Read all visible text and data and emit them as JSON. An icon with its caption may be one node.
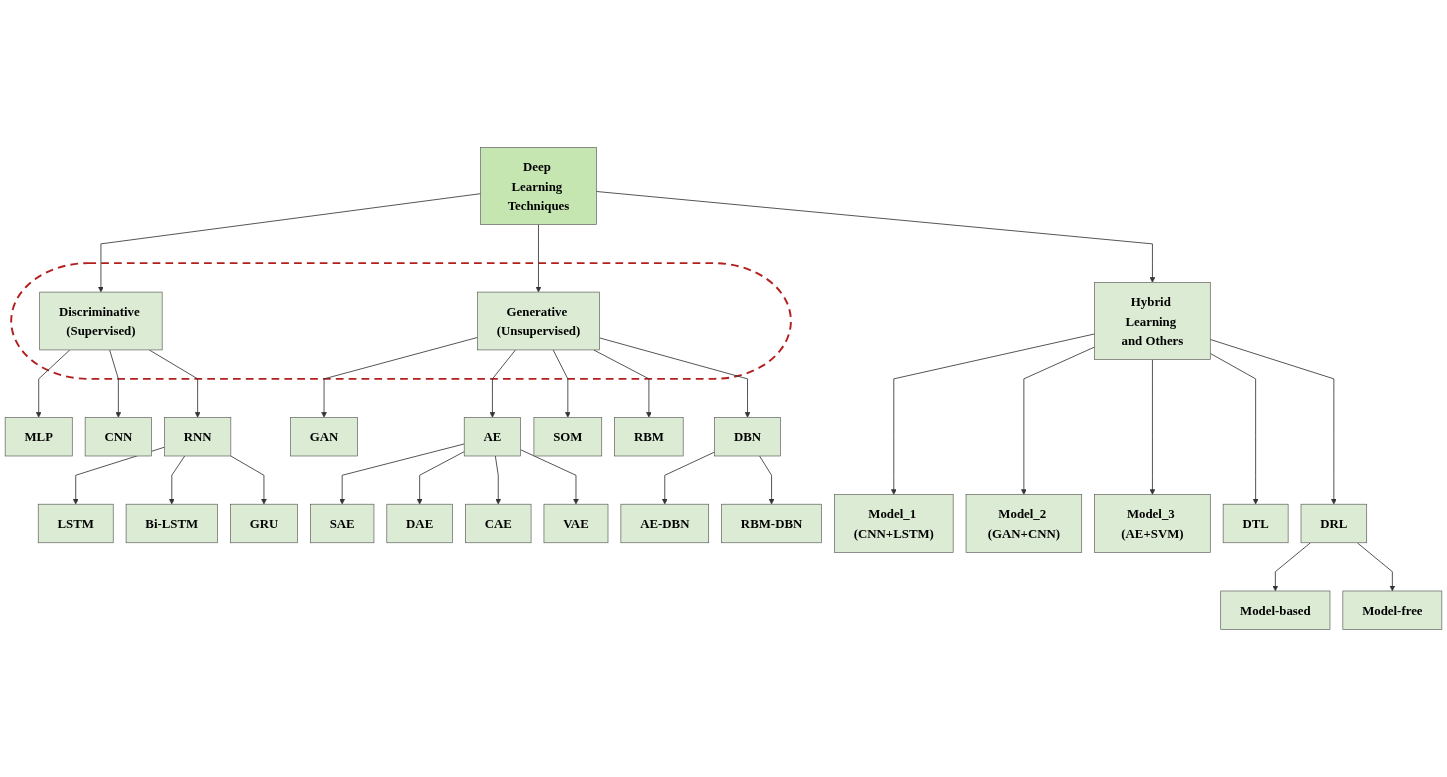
{
  "diagram": {
    "nodes": [
      {
        "text": [
          "Deep Learning Techniques"
        ]
      },
      {
        "text": [],
        "shape": "ellipse"
      },
      {
        "text": [
          "Discriminative (Supervised)"
        ],
        "in": 1
      },
      {
        "text": [
          "Generative (Unsupervised)"
        ],
        "in": 1
      },
      {
        "text": [
          "Hybrid Learning and Others"
        ]
      },
      {
        "text": [
          "MLP"
        ]
      },
      {
        "text": [
          "CNN"
        ]
      },
      {
        "text": [
          "RNN"
        ]
      },
      {
        "text": [
          "LSTM"
        ]
      },
      {
        "text": [
          "Bi-LSTM"
        ]
      },
      {
        "text": [
          "GRU"
        ]
      },
      {
        "text": [
          "GAN"
        ]
      },
      {
        "text": [
          "AE"
        ]
      },
      {
        "text": [
          "SOM"
        ]
      },
      {
        "text": [
          "RBM"
        ]
      },
      {
        "text": [
          "DBN"
        ]
      },
      {
        "text": [
          "SAE"
        ]
      },
      {
        "text": [
          "DAE"
        ]
      },
      {
        "text": [
          "CAE"
        ]
      },
      {
        "text": [
          "VAE"
        ]
      },
      {
        "text": [
          "AE-DBN"
        ]
      },
      {
        "text": [
          "RBM-DBN"
        ]
      },
      {
        "text": [
          "Model_1 (CNN+LSTM)"
        ]
      },
      {
        "text": [
          "Model_2 (GAN+CNN)"
        ]
      },
      {
        "text": [
          "Model_3 (AE+SVM)"
        ]
      },
      {
        "text": [
          "DTL"
        ]
      },
      {
        "text": [
          "DRL"
        ]
      },
      {
        "text": [
          "Model-based"
        ]
      },
      {
        "text": [
          "Model-free"
        ]
      }
    ],
    "edges": [
      {
        "from": 0,
        "to": 2,
        "arrow": "to"
      },
      {
        "from": 0,
        "to": 3,
        "arrow": "to"
      },
      {
        "from": 0,
        "to": 4,
        "arrow": "to"
      },
      {
        "from": 2,
        "to": 5,
        "arrow": "to"
      },
      {
        "from": 2,
        "to": 6,
        "arrow": "to"
      },
      {
        "from": 2,
        "to": 7,
        "arrow": "to"
      },
      {
        "from": 7,
        "to": 8,
        "arrow": "to"
      },
      {
        "from": 7,
        "to": 9,
        "arrow": "to"
      },
      {
        "from": 7,
        "to": 10,
        "arrow": "to"
      },
      {
        "from": 3,
        "to": 11,
        "arrow": "to"
      },
      {
        "from": 3,
        "to": 12,
        "arrow": "to"
      },
      {
        "from": 3,
        "to": 13,
        "arrow": "to"
      },
      {
        "from": 3,
        "to": 14,
        "arrow": "to"
      },
      {
        "from": 3,
        "to": 15,
        "arrow": "to"
      },
      {
        "from": 12,
        "to": 16,
        "arrow": "to"
      },
      {
        "from": 12,
        "to": 17,
        "arrow": "to"
      },
      {
        "from": 12,
        "to": 18,
        "arrow": "to"
      },
      {
        "from": 12,
        "to": 19,
        "arrow": "to"
      },
      {
        "from": 15,
        "to": 20,
        "arrow": "to"
      },
      {
        "from": 15,
        "to": 21,
        "arrow": "to"
      },
      {
        "from": 4,
        "to": 22,
        "arrow": "to"
      },
      {
        "from": 4,
        "to": 23,
        "arrow": "to"
      },
      {
        "from": 4,
        "to": 24,
        "arrow": "to"
      },
      {
        "from": 4,
        "to": 25,
        "arrow": "to"
      },
      {
        "from": 4,
        "to": 26,
        "arrow": "to"
      },
      {
        "from": 26,
        "to": 27,
        "arrow": "to"
      },
      {
        "from": 26,
        "to": 28,
        "arrow": "to"
      }
    ]
  }
}
